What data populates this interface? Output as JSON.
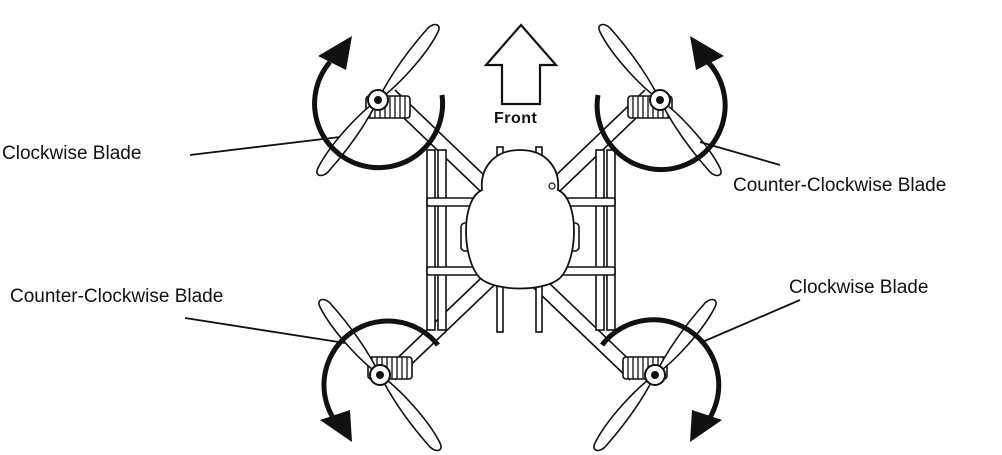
{
  "labels": {
    "top_left": "Clockwise Blade",
    "top_right": "Counter-Clockwise Blade",
    "bottom_left": "Counter-Clockwise Blade",
    "bottom_right": "Clockwise Blade",
    "front": "Front"
  },
  "rotors": [
    {
      "position": "top-left",
      "rotation": "clockwise"
    },
    {
      "position": "top-right",
      "rotation": "counter-clockwise"
    },
    {
      "position": "bottom-left",
      "rotation": "counter-clockwise"
    },
    {
      "position": "bottom-right",
      "rotation": "clockwise"
    }
  ],
  "colors": {
    "ink": "#111111",
    "background": "#ffffff"
  },
  "icons": {
    "front_indicator": "up-arrow-icon",
    "rotation": "curved-arrow-icon"
  }
}
